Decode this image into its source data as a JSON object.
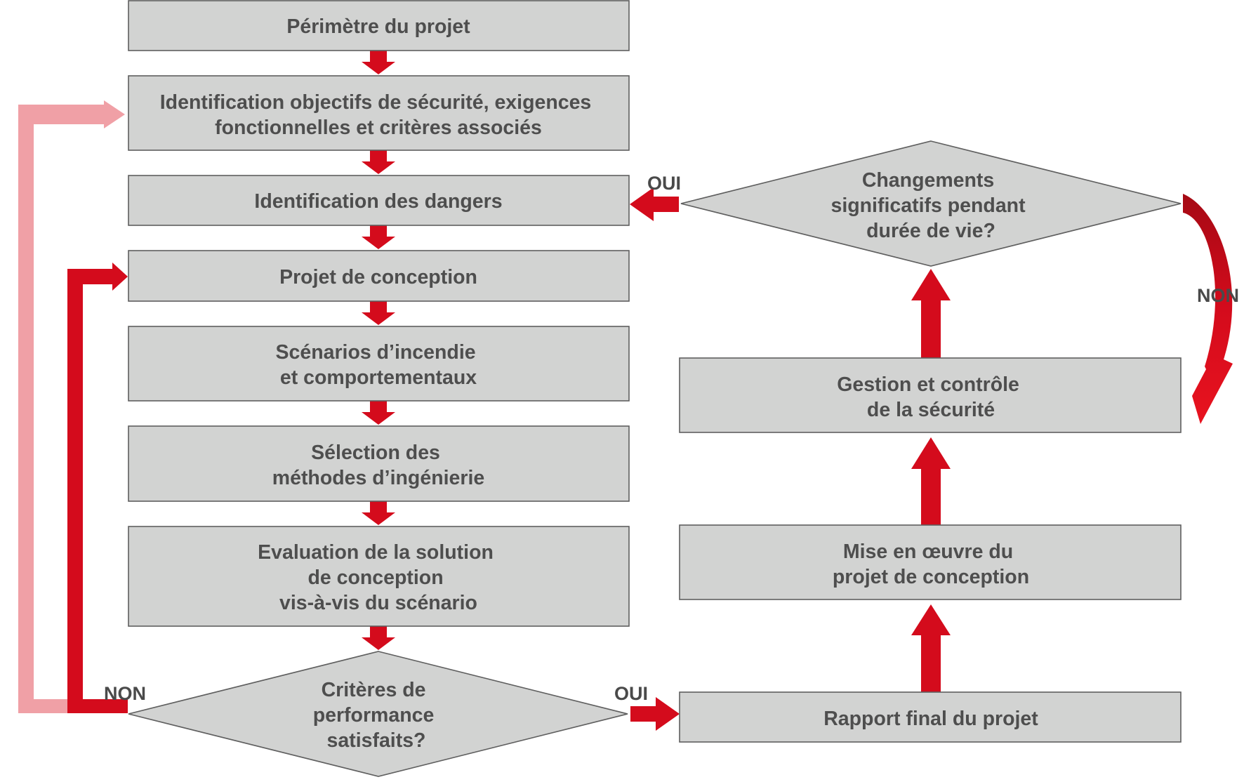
{
  "nodes": {
    "perimetre": {
      "lines": [
        "Périmètre du projet"
      ]
    },
    "identification_objectifs": {
      "lines": [
        "Identification objectifs de sécurité, exigences",
        "fonctionnelles et critères associés"
      ]
    },
    "identification_dangers": {
      "lines": [
        "Identification des dangers"
      ]
    },
    "projet_conception": {
      "lines": [
        "Projet de conception"
      ]
    },
    "scenarios": {
      "lines": [
        "Scénarios d’incendie",
        "et comportementaux"
      ]
    },
    "selection": {
      "lines": [
        "Sélection des",
        "méthodes d’ingénierie"
      ]
    },
    "evaluation": {
      "lines": [
        "Evaluation de la solution",
        "de conception",
        "vis-à-vis du scénario"
      ]
    },
    "criteres": {
      "lines": [
        "Critères de",
        "performance",
        "satisfaits?"
      ]
    },
    "rapport_final": {
      "lines": [
        "Rapport final du projet"
      ]
    },
    "mise_en_oeuvre": {
      "lines": [
        "Mise en œuvre du",
        "projet de conception"
      ]
    },
    "gestion": {
      "lines": [
        "Gestion et contrôle",
        "de la sécurité"
      ]
    },
    "changements": {
      "lines": [
        "Changements",
        "significatifs pendant",
        "durée de vie?"
      ]
    }
  },
  "edge_labels": {
    "criteres_non": "NON",
    "criteres_oui": "OUI",
    "changements_oui": "OUI",
    "changements_non": "NON"
  },
  "colors": {
    "box_fill": "#d2d3d2",
    "box_stroke": "#5f5f5f",
    "text": "#4e4e4e",
    "arrow_red": "#d40b1c",
    "arrow_pink": "#f0a0a6",
    "arrow_dark_red": "#a50a14"
  }
}
